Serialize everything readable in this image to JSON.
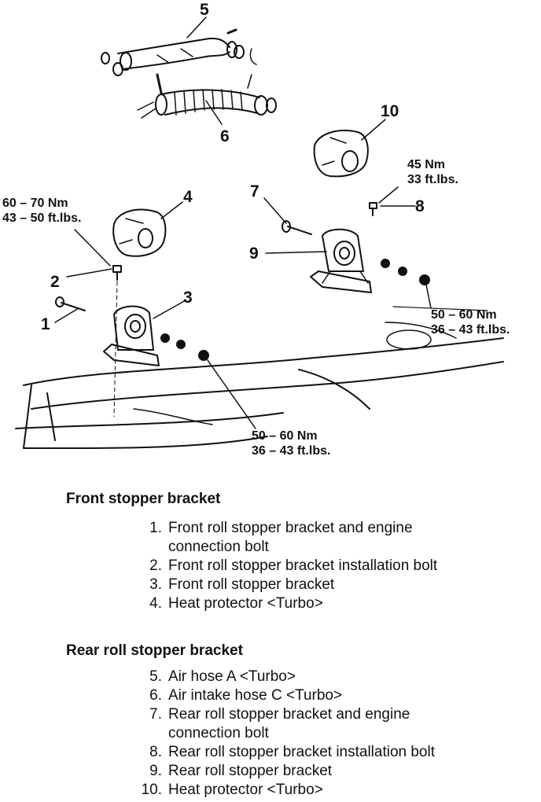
{
  "callouts": {
    "c1": "1",
    "c2": "2",
    "c3": "3",
    "c4": "4",
    "c5": "5",
    "c6": "6",
    "c7": "7",
    "c8": "8",
    "c9": "9",
    "c10": "10"
  },
  "torques": {
    "bolt2": {
      "nm": "60 – 70 Nm",
      "ftlbs": "43 – 50 ft.lbs."
    },
    "bolt8": {
      "nm": "45 Nm",
      "ftlbs": "33 ft.lbs."
    },
    "nuts_rear": {
      "nm": "50 – 60 Nm",
      "ftlbs": "36 – 43 ft.lbs."
    },
    "nuts_front": {
      "nm": "50 – 60 Nm",
      "ftlbs": "36 – 43 ft.lbs."
    }
  },
  "front_section": {
    "title": "Front stopper bracket",
    "items": [
      {
        "num": "1.",
        "text": "Front roll stopper bracket and engine",
        "cont": "connection bolt"
      },
      {
        "num": "2.",
        "text": "Front roll stopper bracket installation bolt"
      },
      {
        "num": "3.",
        "text": "Front roll stopper bracket"
      },
      {
        "num": "4.",
        "text": "Heat protector <Turbo>"
      }
    ]
  },
  "rear_section": {
    "title": "Rear roll stopper bracket",
    "items": [
      {
        "num": "5.",
        "text": "Air hose A <Turbo>"
      },
      {
        "num": "6.",
        "text": "Air intake hose C <Turbo>"
      },
      {
        "num": "7.",
        "text": "Rear roll stopper bracket and engine",
        "cont": "connection bolt"
      },
      {
        "num": "8.",
        "text": "Rear roll stopper bracket installation bolt"
      },
      {
        "num": "9.",
        "text": "Rear roll stopper bracket"
      },
      {
        "num": "10.",
        "text": "Heat protector <Turbo>"
      }
    ]
  }
}
